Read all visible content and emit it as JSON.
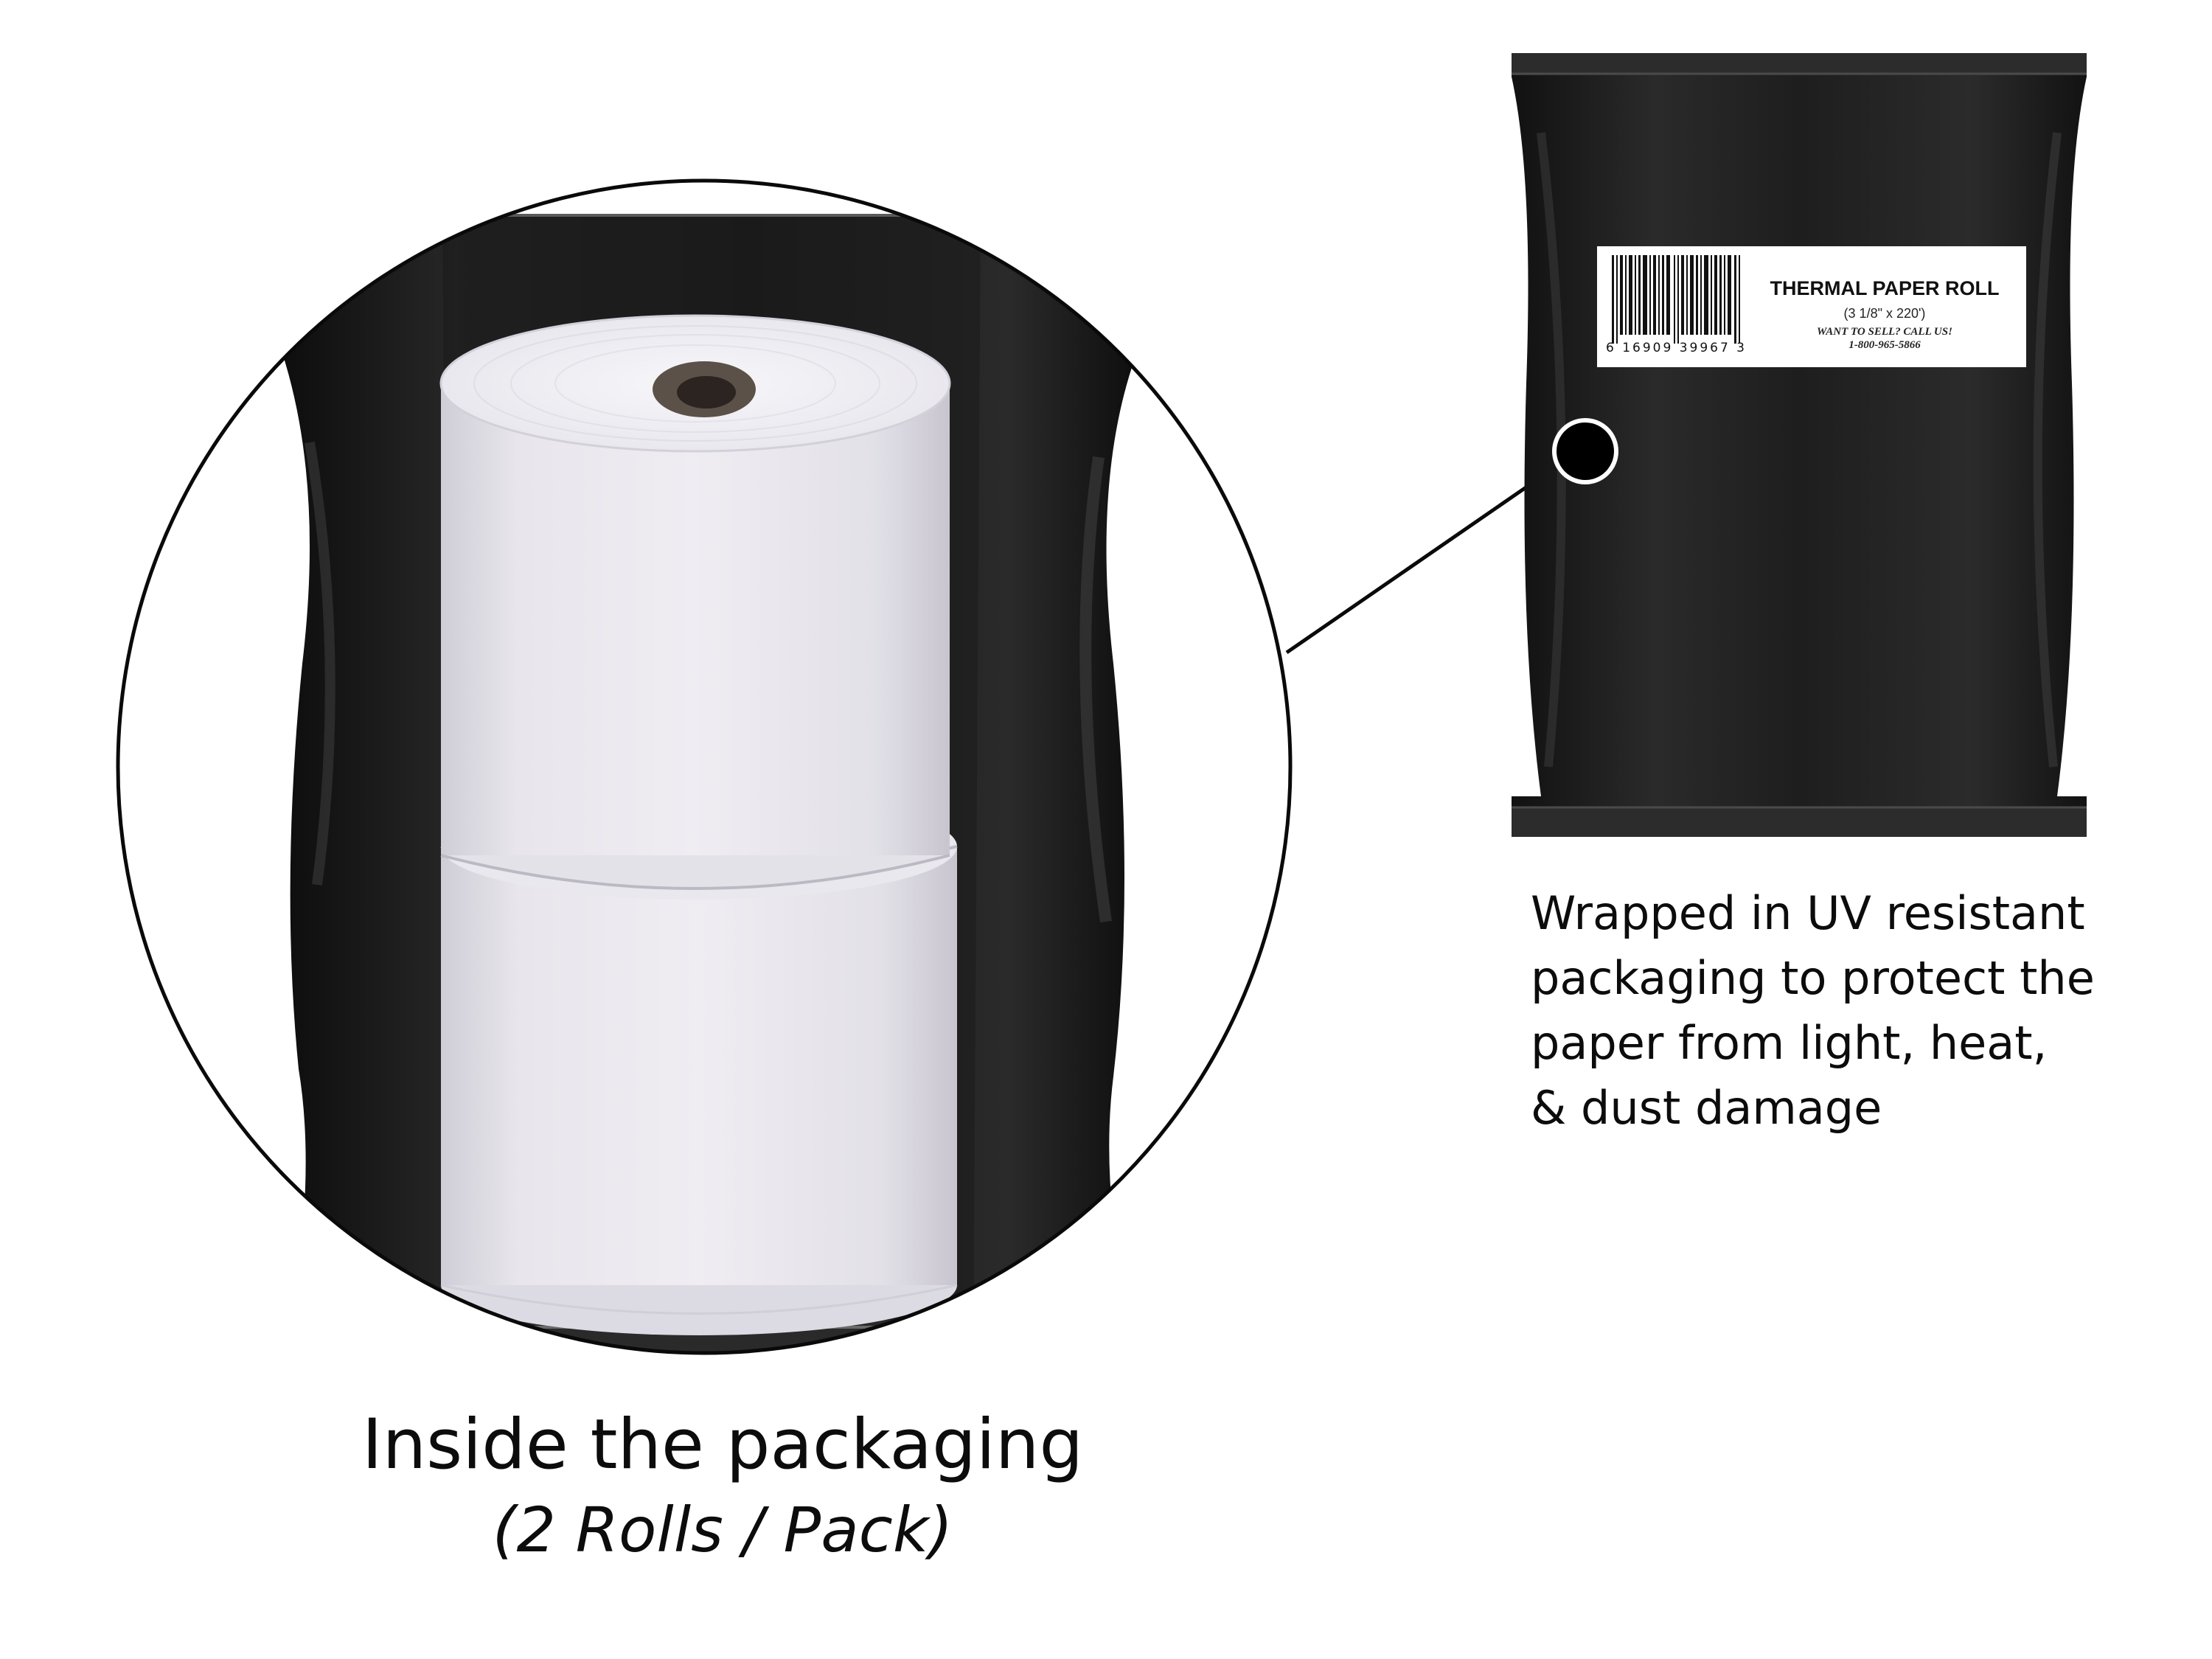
{
  "left_caption": {
    "title": "Inside the packaging",
    "subtitle": "(2 Rolls / Pack)"
  },
  "right_caption": {
    "lines": [
      "Wrapped in UV resistant",
      "packaging to protect the",
      "paper from light, heat,",
      "& dust damage"
    ]
  },
  "package_label": {
    "title": "THERMAL PAPER ROLL",
    "size": "(3 1/8\" x 220')",
    "sell_line": "WANT TO SELL? CALL US!",
    "phone": "1-800-965-5866",
    "barcode_digits": "6  16909  39967  3"
  },
  "colors": {
    "background": "#ffffff",
    "bag": "#1f1f1f",
    "roll": "#e6e4ea",
    "core": "#5b5148",
    "outline": "#0a0a0a"
  }
}
